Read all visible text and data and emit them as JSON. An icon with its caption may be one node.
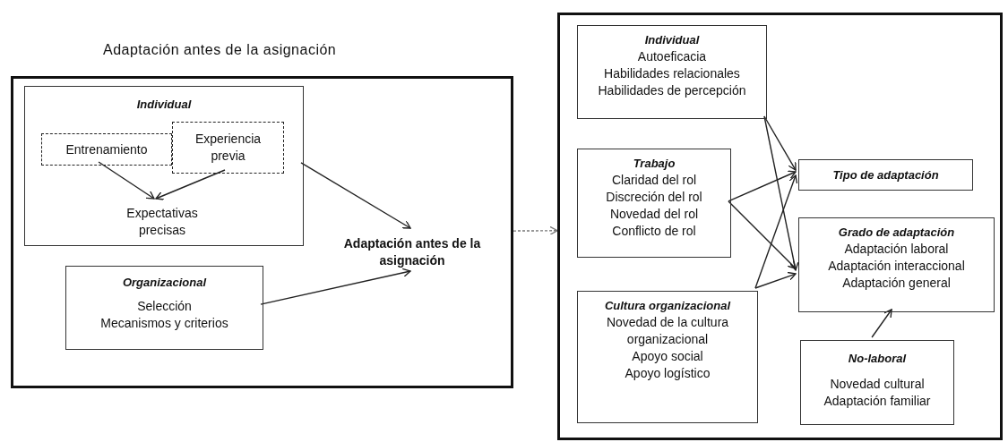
{
  "diagram": {
    "nodes": [
      {
        "text": [
          "Adaptación antes de la asignación"
        ]
      },
      {
        "text": [
          "Individual"
        ],
        "in": 0
      },
      {
        "text": [
          "Entrenamiento"
        ],
        "in": 1
      },
      {
        "text": [
          "Experiencia previa"
        ],
        "in": 1
      },
      {
        "text": [
          "Expectativas precisas"
        ],
        "in": 1
      },
      {
        "text": [
          "Organizacional",
          "Selección",
          "Mecanismos y criterios"
        ],
        "in": 0
      },
      {
        "text": [
          "Adaptación antes de la asignación"
        ],
        "in": 0
      },
      {
        "text": [],
        "shape": "box"
      },
      {
        "text": [
          "Individual",
          "Autoeficacia",
          "Habilidades relacionales",
          "Habilidades de percepción"
        ],
        "in": 7
      },
      {
        "text": [
          "Trabajo",
          "Claridad del rol",
          "Discreción del rol",
          "Novedad del rol",
          "Conflicto de rol"
        ],
        "in": 7
      },
      {
        "text": [
          "Cultura organizacional",
          "Novedad de la cultura organizacional",
          "Apoyo social",
          "Apoyo logístico"
        ],
        "in": 7
      },
      {
        "text": [
          "Tipo de adaptación"
        ],
        "in": 7
      },
      {
        "text": [
          "Grado de adaptación",
          "Adaptación laboral",
          "Adaptación interaccional",
          "Adaptación general"
        ],
        "in": 7
      },
      {
        "text": [
          "No-laboral",
          "Novedad cultural",
          "Adaptación familiar"
        ],
        "in": 7
      }
    ],
    "edges": [
      {
        "from": 2,
        "to": 4,
        "arrow": "to"
      },
      {
        "from": 3,
        "to": 4,
        "arrow": "to"
      },
      {
        "from": 1,
        "to": 6,
        "arrow": "to"
      },
      {
        "from": 5,
        "to": 6,
        "arrow": "to"
      },
      {
        "from": 0,
        "to": 7,
        "arrow": "to",
        "style": "dashed",
        "color": "#777777"
      },
      {
        "from": 8,
        "to": 11,
        "arrow": "to"
      },
      {
        "from": 8,
        "to": 12,
        "arrow": "to"
      },
      {
        "from": 9,
        "to": 11,
        "arrow": "to"
      },
      {
        "from": 9,
        "to": 12,
        "arrow": "to"
      },
      {
        "from": 10,
        "to": 11,
        "arrow": "to"
      },
      {
        "from": 10,
        "to": 12,
        "arrow": "to"
      },
      {
        "from": 13,
        "to": 12,
        "arrow": "to"
      }
    ]
  }
}
